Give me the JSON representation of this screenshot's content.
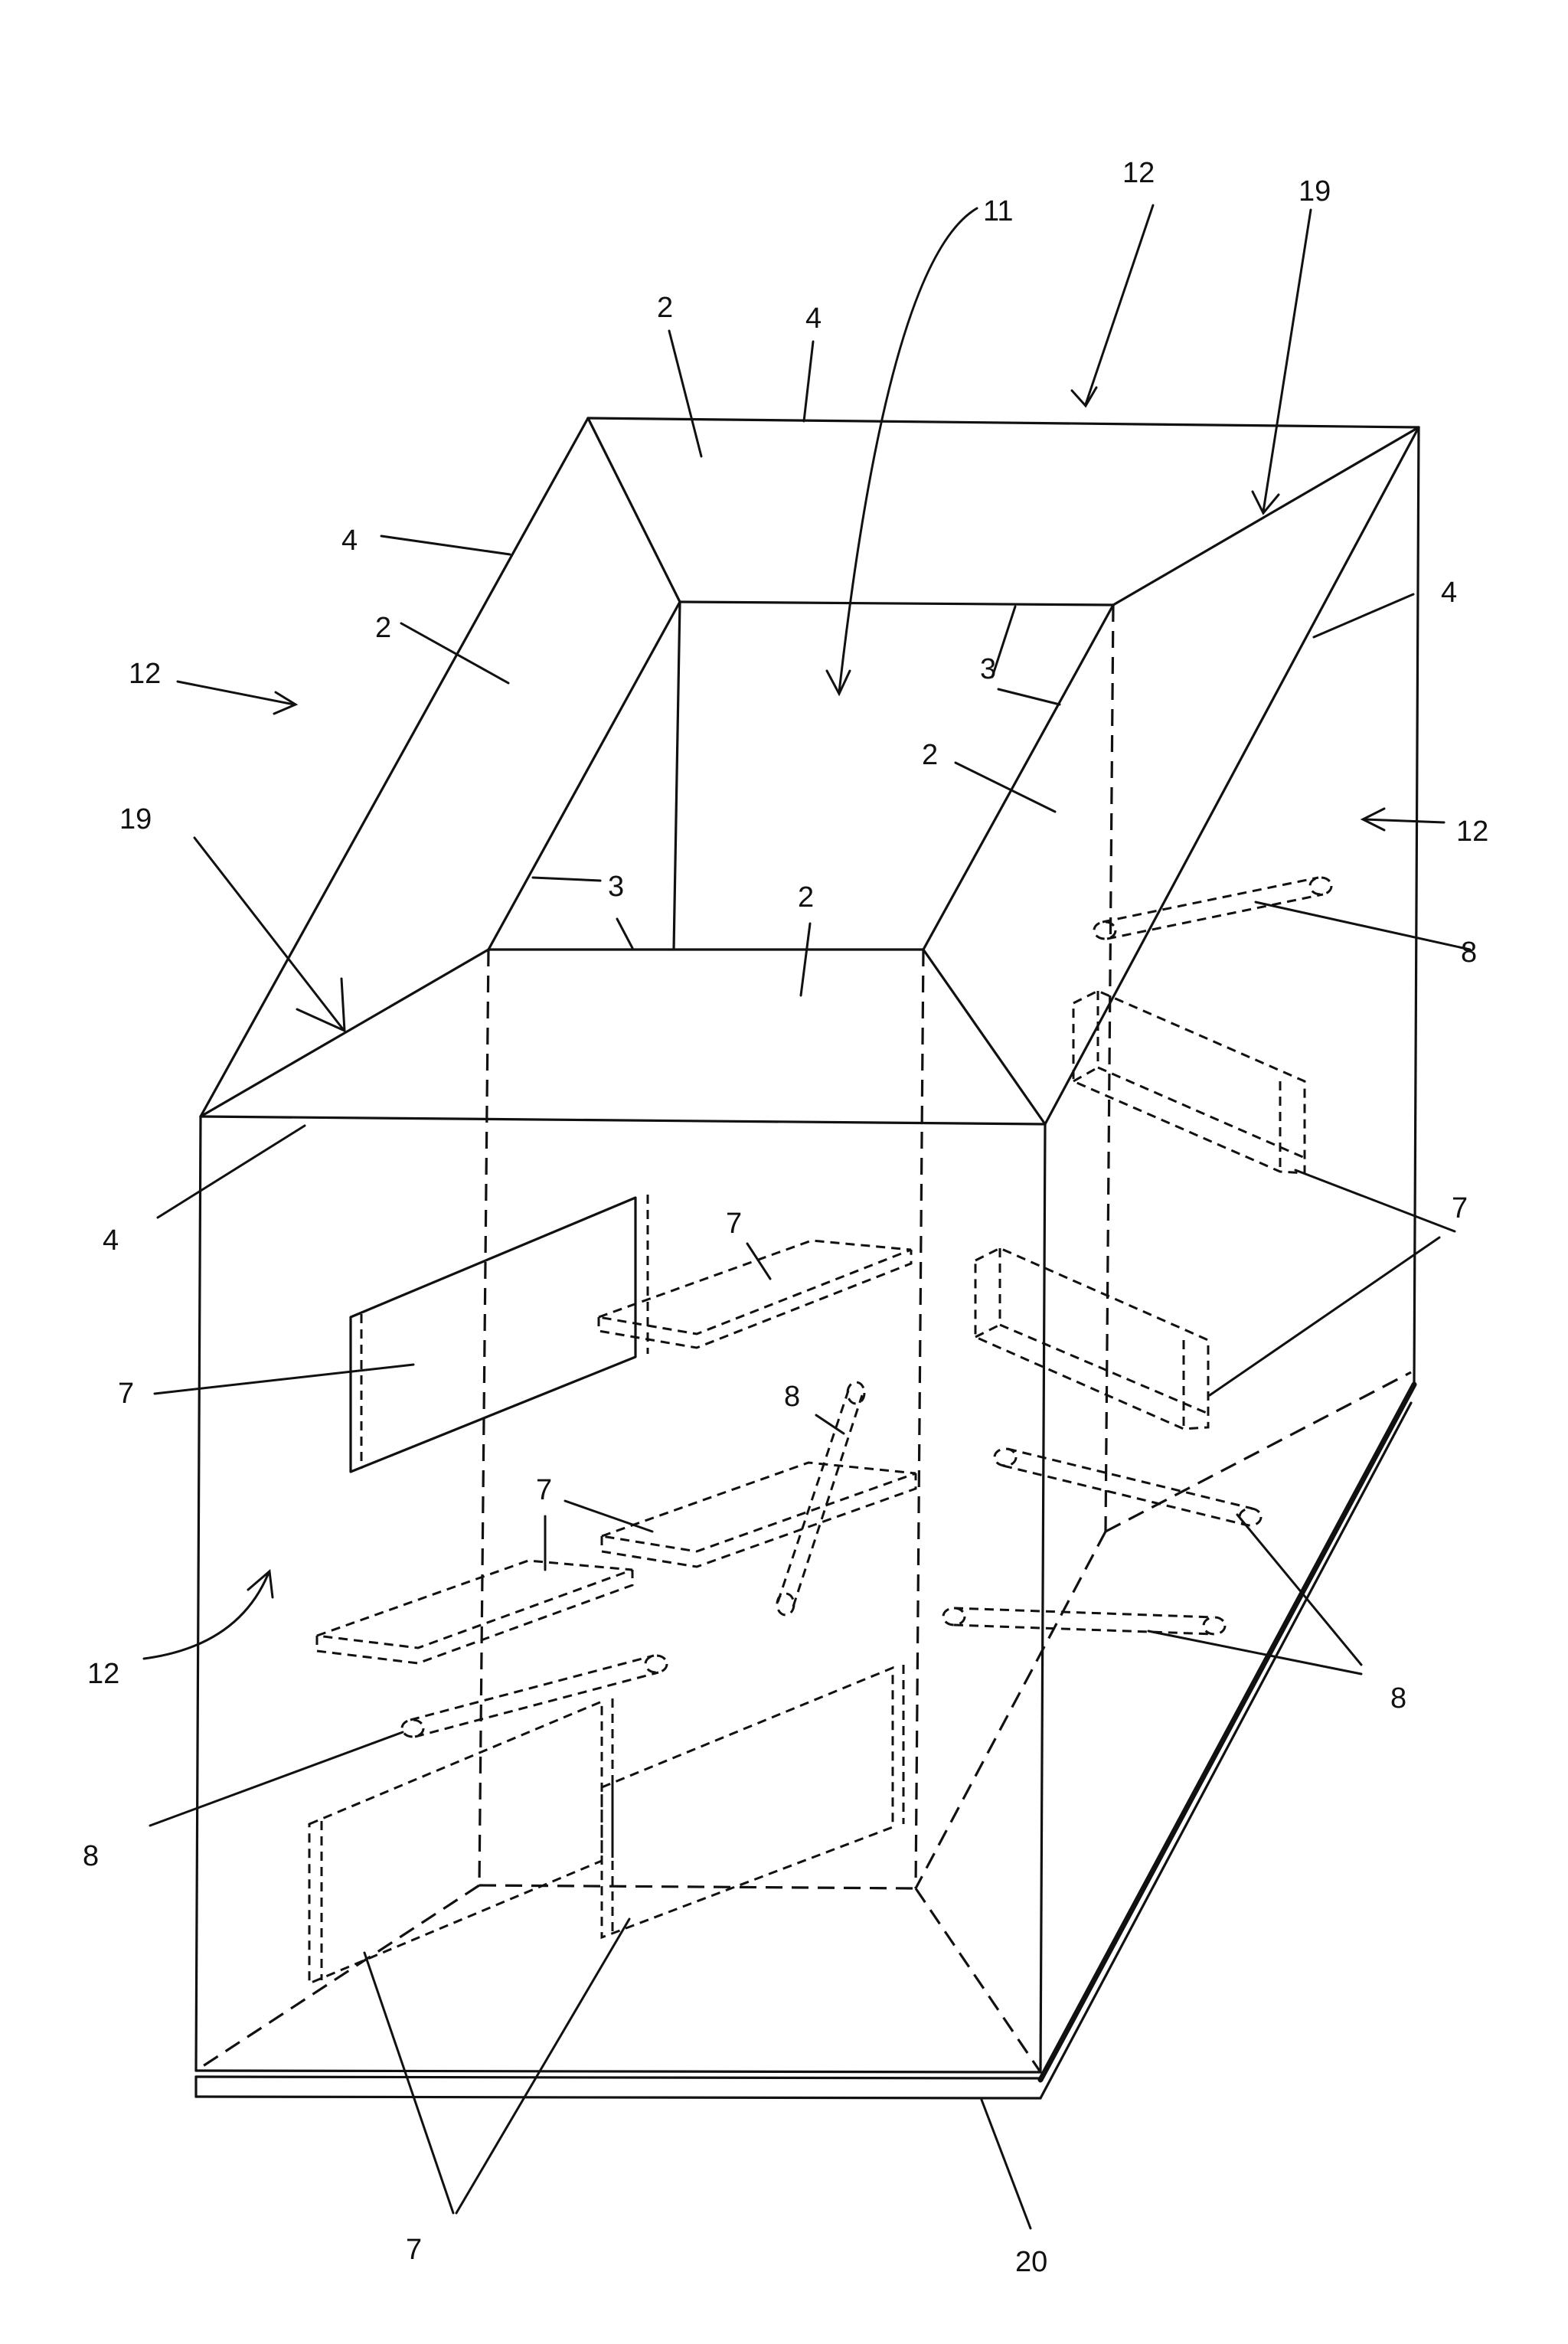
{
  "labels": {
    "ref_2": "2",
    "ref_3": "3",
    "ref_4": "4",
    "ref_7": "7",
    "ref_8": "8",
    "ref_11": "11",
    "ref_12": "12",
    "ref_19": "19",
    "ref_20": "20"
  },
  "colors": {
    "ink": "#111111",
    "paper": "#ffffff"
  }
}
